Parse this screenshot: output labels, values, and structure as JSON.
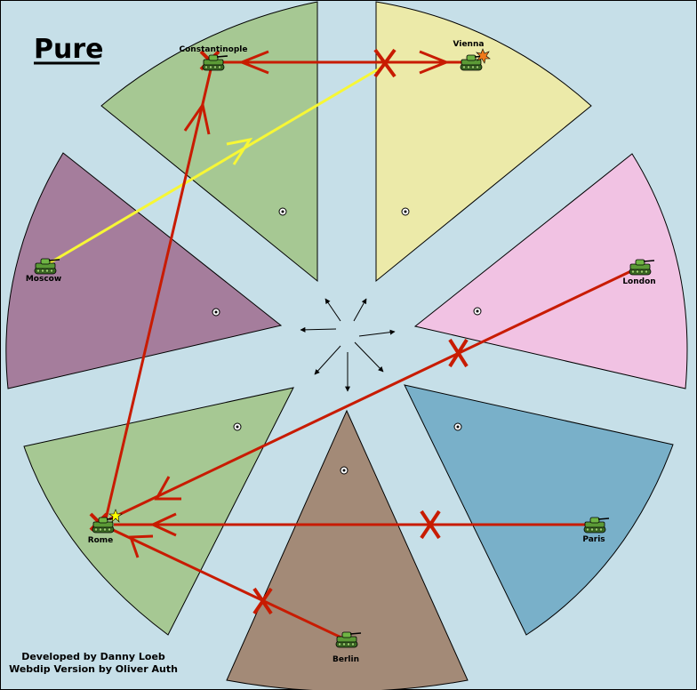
{
  "map": {
    "title": "Pure",
    "credits": [
      "Developed by Danny Loeb",
      "Webdip Version by Oliver Auth"
    ],
    "colors": {
      "sea": "#c6dfe8",
      "constantinople": "#a6c893",
      "vienna": "#eceaa9",
      "london": "#f1c2e3",
      "paris": "#79b0c9",
      "berlin": "#a38a77",
      "rome": "#a6c893",
      "moscow": "#a57d9c",
      "red_order": "#c81b00",
      "yellow_order": "#f7f735"
    }
  },
  "territories": [
    {
      "id": "constantinople",
      "label": "Constantinople",
      "owner_color": "#a6c893",
      "unit": "tank",
      "dislodged": true
    },
    {
      "id": "vienna",
      "label": "Vienna",
      "owner_color": "#eceaa9",
      "unit": "tank",
      "marker": "explosion"
    },
    {
      "id": "london",
      "label": "London",
      "owner_color": "#f1c2e3",
      "unit": "tank"
    },
    {
      "id": "paris",
      "label": "Paris",
      "owner_color": "#79b0c9",
      "unit": "tank"
    },
    {
      "id": "berlin",
      "label": "Berlin",
      "owner_color": "#a38a77",
      "unit": "tank"
    },
    {
      "id": "rome",
      "label": "Rome",
      "owner_color": "#a6c893",
      "unit": "tank",
      "dislodged": true,
      "marker": "star"
    },
    {
      "id": "moscow",
      "label": "Moscow",
      "owner_color": "#a57d9c",
      "unit": "tank"
    }
  ],
  "orders": [
    {
      "from": "vienna",
      "to": "constantinople",
      "type": "move",
      "color": "red",
      "failed": true
    },
    {
      "from": "constantinople",
      "to": "vienna",
      "type": "move",
      "color": "red",
      "failed": true
    },
    {
      "from": "moscow",
      "to": "vienna-constantinople",
      "type": "support",
      "color": "yellow"
    },
    {
      "from": "rome",
      "to": "constantinople",
      "type": "move",
      "color": "red"
    },
    {
      "from": "london",
      "to": "rome",
      "type": "move",
      "color": "red",
      "failed": true
    },
    {
      "from": "paris",
      "to": "rome",
      "type": "move",
      "color": "red",
      "failed": true
    },
    {
      "from": "berlin",
      "to": "rome",
      "type": "move",
      "color": "red",
      "failed": true
    }
  ],
  "compass": {
    "icon": "compass-arrows-icon"
  }
}
